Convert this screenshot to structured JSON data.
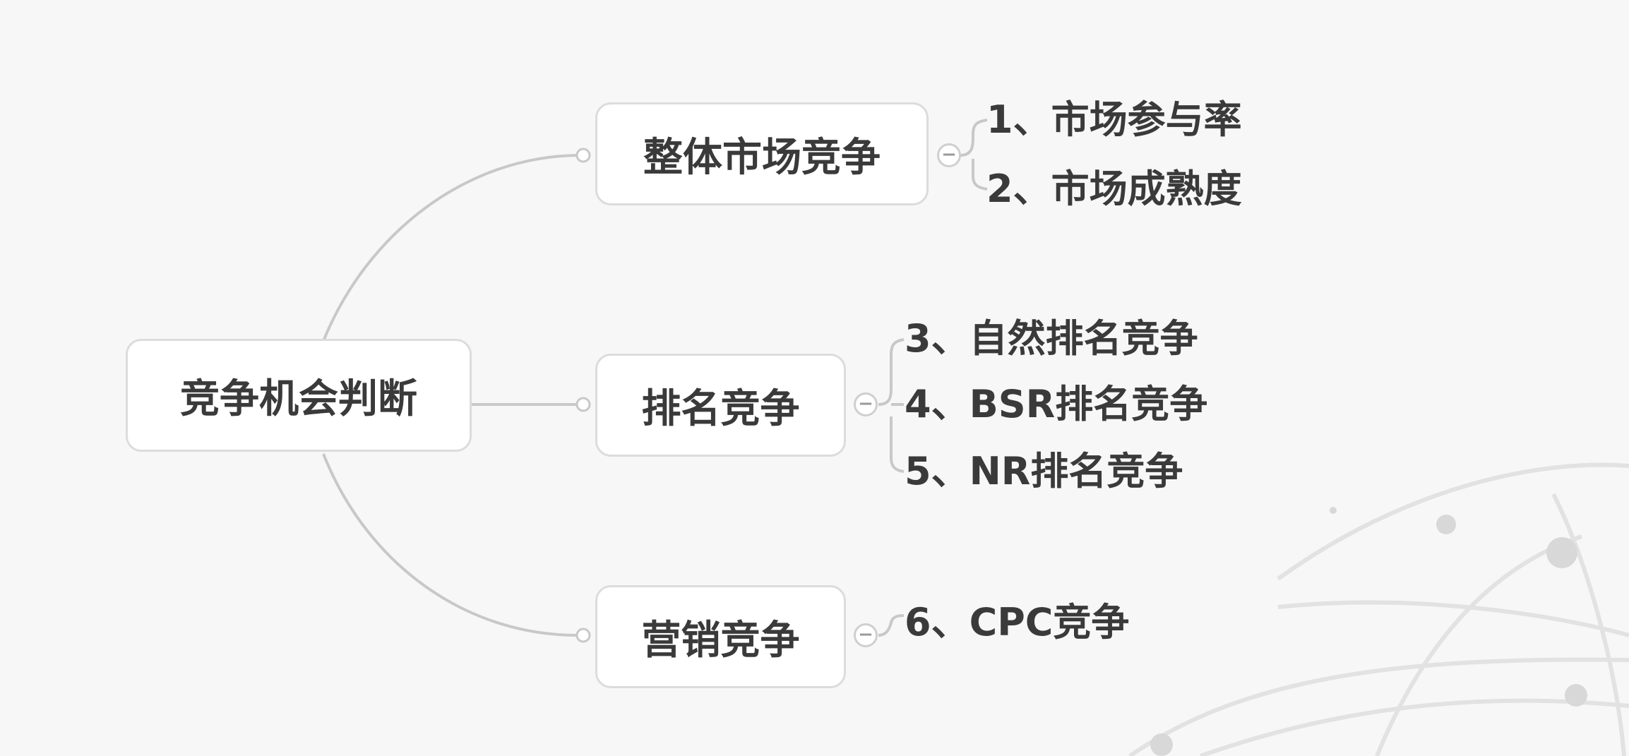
{
  "mindmap": {
    "root": {
      "label": "竞争机会判断"
    },
    "branches": [
      {
        "label": "整体市场竞争",
        "toggle": "−",
        "items": [
          "1、市场参与率",
          "2、市场成熟度"
        ]
      },
      {
        "label": "排名竞争",
        "toggle": "−",
        "items": [
          "3、自然排名竞争",
          "4、BSR排名竞争",
          "5、NR排名竞争"
        ]
      },
      {
        "label": "营销竞争",
        "toggle": "−",
        "items": [
          "6、CPC竞争"
        ]
      }
    ]
  },
  "colors": {
    "background": "#f7f7f7",
    "node_fill": "#ffffff",
    "node_border": "#dcdcdc",
    "connector": "#c8c8c8",
    "text": "#3a3a3a",
    "decoration": "#dedede"
  }
}
